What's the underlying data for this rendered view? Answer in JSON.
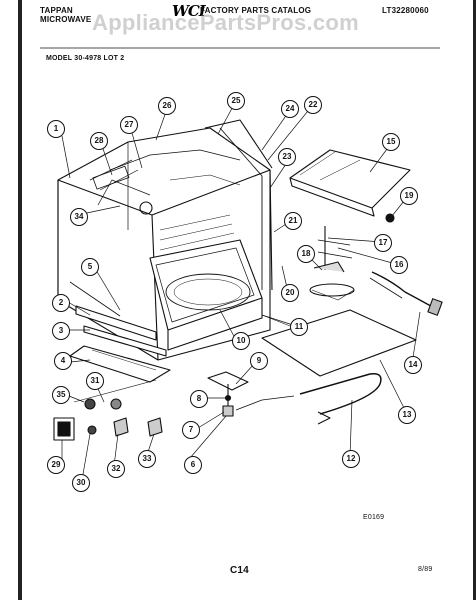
{
  "header": {
    "brand": [
      "TAPPAN",
      "MICROWAVE"
    ],
    "logo": "WCI",
    "catalog_title": "FACTORY PARTS CATALOG",
    "catalog_code": "LT32280060",
    "watermark": "AppliancePartsPros.com"
  },
  "model": "MODEL 30-4978 LOT 2",
  "figure_code": "E0169",
  "page_number": "C14",
  "date": "8/89",
  "callouts": [
    "1",
    "2",
    "3",
    "4",
    "5",
    "6",
    "7",
    "8",
    "9",
    "10",
    "11",
    "12",
    "13",
    "14",
    "15",
    "16",
    "17",
    "18",
    "19",
    "20",
    "21",
    "22",
    "23",
    "24",
    "25",
    "26",
    "27",
    "28",
    "29",
    "30",
    "31",
    "32",
    "33",
    "34",
    "35"
  ]
}
